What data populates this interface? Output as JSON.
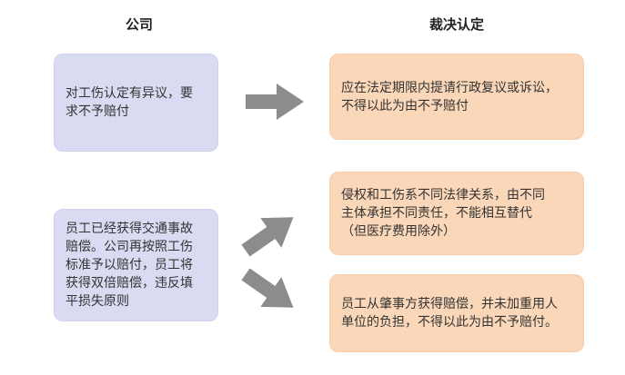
{
  "headings": {
    "company": "公司",
    "verdict": "裁决认定"
  },
  "rows": [
    {
      "company_text": "对工伤认定有异议，要\n求不予赔付",
      "verdicts": [
        "应在法定期限内提请行政复议或诉讼，\n不得以此为由不予赔付"
      ]
    },
    {
      "company_text": "员工已经获得交通事故\n赔偿。公司再按照工伤\n标准予以赔付，员工将\n获得双倍赔偿，违反填\n平损失原则",
      "verdicts": [
        "侵权和工伤系不同法律关系，由不同\n主体承担不同责任，不能相互替代\n（但医疗费用除外）",
        "员工从肇事方获得赔偿，并未加重用人\n单位的负担，不得以此为由不予赔付。"
      ]
    }
  ],
  "colors": {
    "company_box": "#d9dbf2",
    "verdict_box": "#fbd7b9",
    "arrow": "#8c8c8c"
  }
}
